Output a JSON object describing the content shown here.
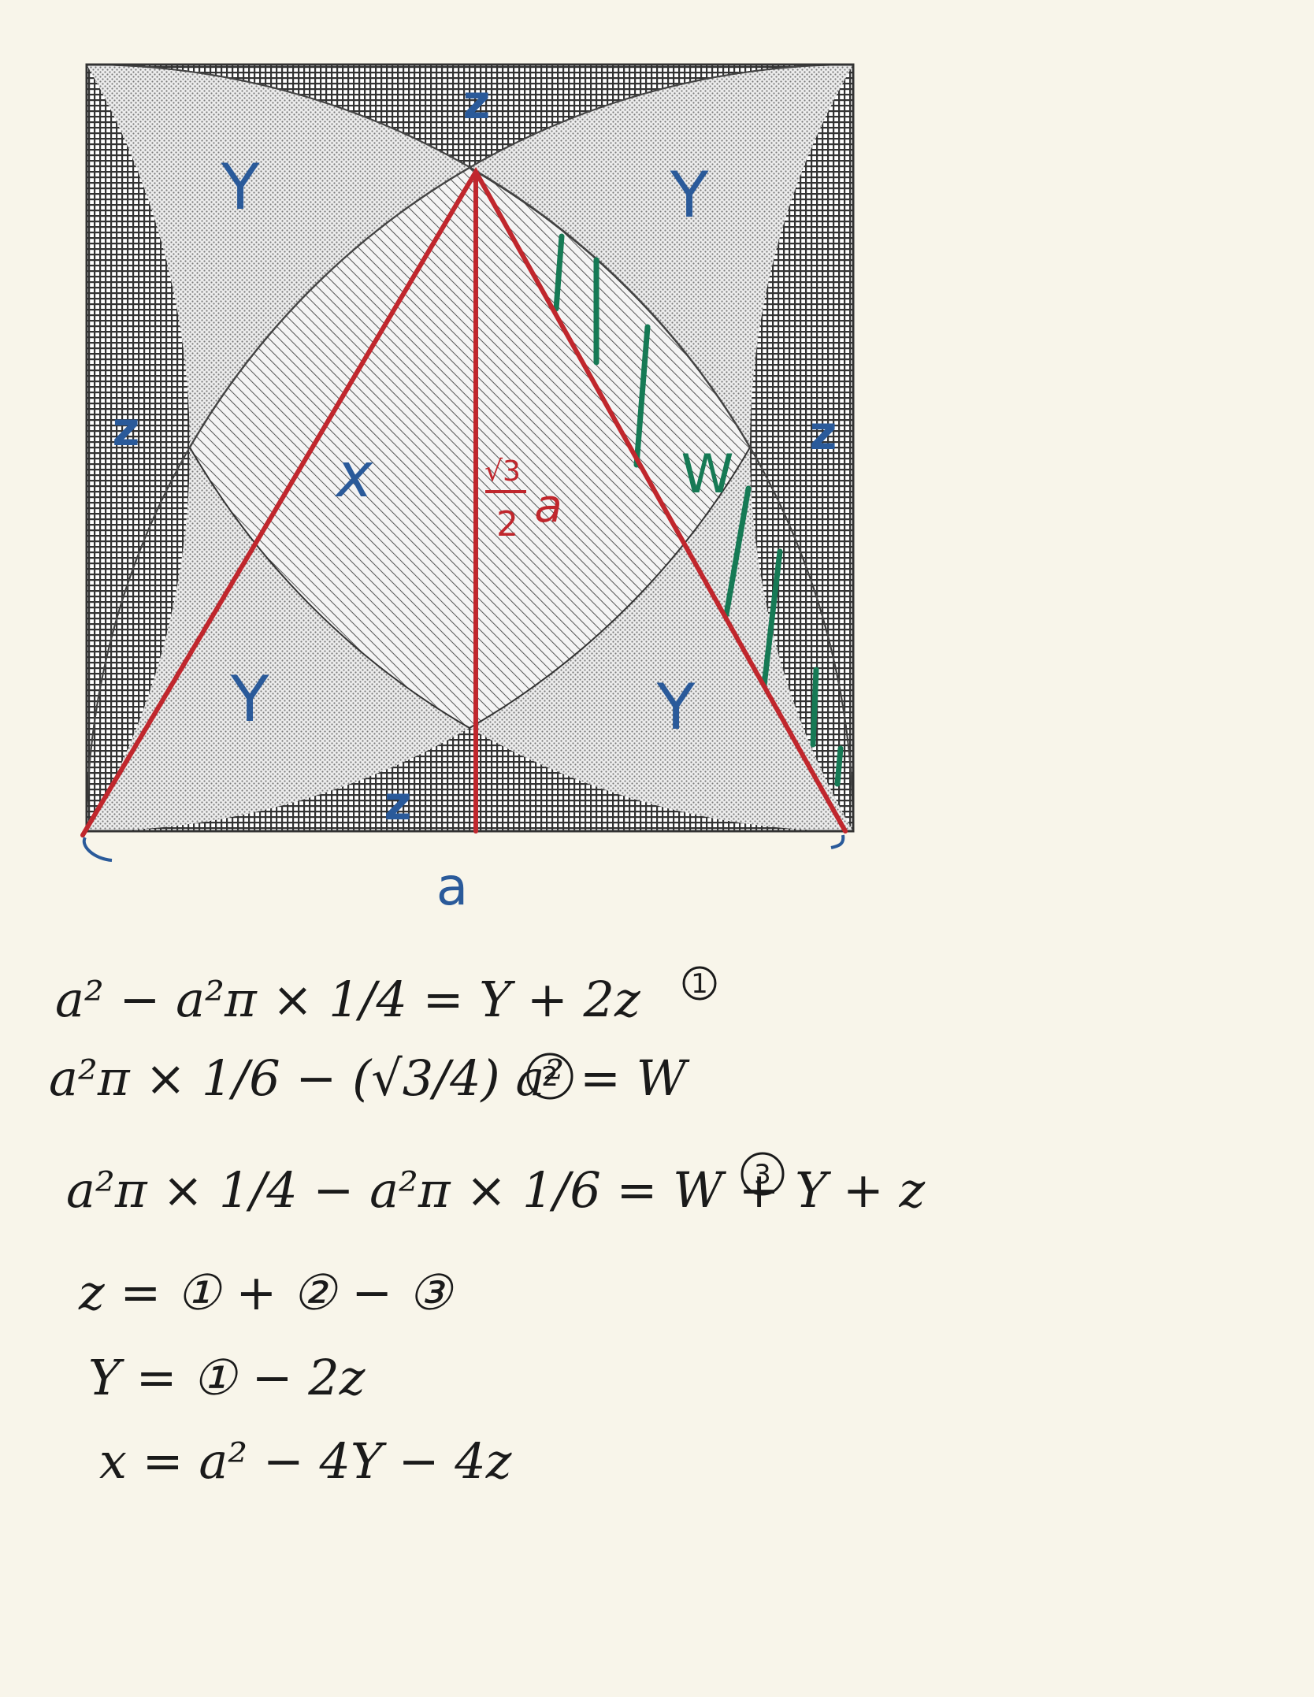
{
  "region_labels": {
    "z": "z",
    "y": "Y",
    "x": "x",
    "w": "W"
  },
  "height_label": {
    "numerator": "√3",
    "denominator": "2",
    "var": "a"
  },
  "side_label": "a",
  "equations": [
    {
      "text": "a² − a²π × 1/4 = Y + 2z",
      "num": "1"
    },
    {
      "text": "a²π × 1/6 − (√3/4) a² = W",
      "num": "2"
    },
    {
      "text": "a²π × 1/4 − a²π × 1/6 = W + Y + z",
      "num": "3"
    },
    {
      "text": "z = ① + ② − ③",
      "num": ""
    },
    {
      "text": "Y = ① − 2z",
      "num": ""
    },
    {
      "text": "x = a² − 4Y − 4z",
      "num": ""
    }
  ],
  "colors": {
    "background": "#f8f5ea",
    "blue_ink": "#2a5a9a",
    "red_ink": "#c0272d",
    "green_ink": "#167a55",
    "black_ink": "#1a1a1a"
  }
}
